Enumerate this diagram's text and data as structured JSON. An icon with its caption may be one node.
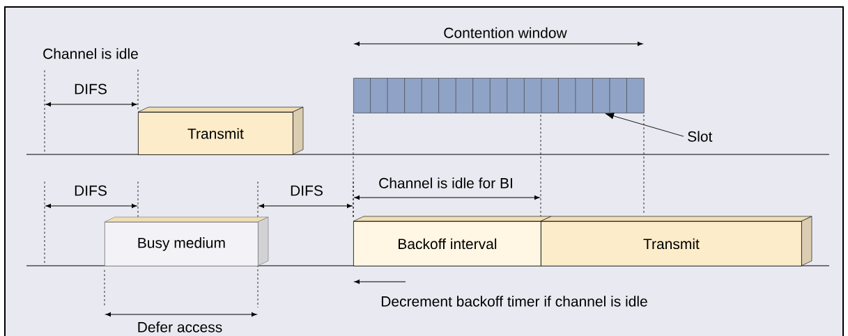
{
  "diagram": {
    "nodes": [
      {
        "text": [
          "Transmit"
        ]
      },
      {
        "text": [],
        "shape": "bar"
      },
      {
        "text": [
          "Slot"
        ]
      },
      {
        "text": [
          "Busy medium"
        ]
      },
      {
        "text": [
          "Backoff interval"
        ]
      },
      {
        "text": [
          "Transmit"
        ]
      }
    ],
    "edges": [
      {
        "from": 2,
        "to": 1,
        "arrow": "to"
      }
    ],
    "labels": [
      "Channel is idle",
      "DIFS",
      "Contention window",
      "DIFS",
      "DIFS",
      "Channel is idle for BI",
      "Defer access",
      "Decrement backoff timer if channel is idle"
    ]
  }
}
